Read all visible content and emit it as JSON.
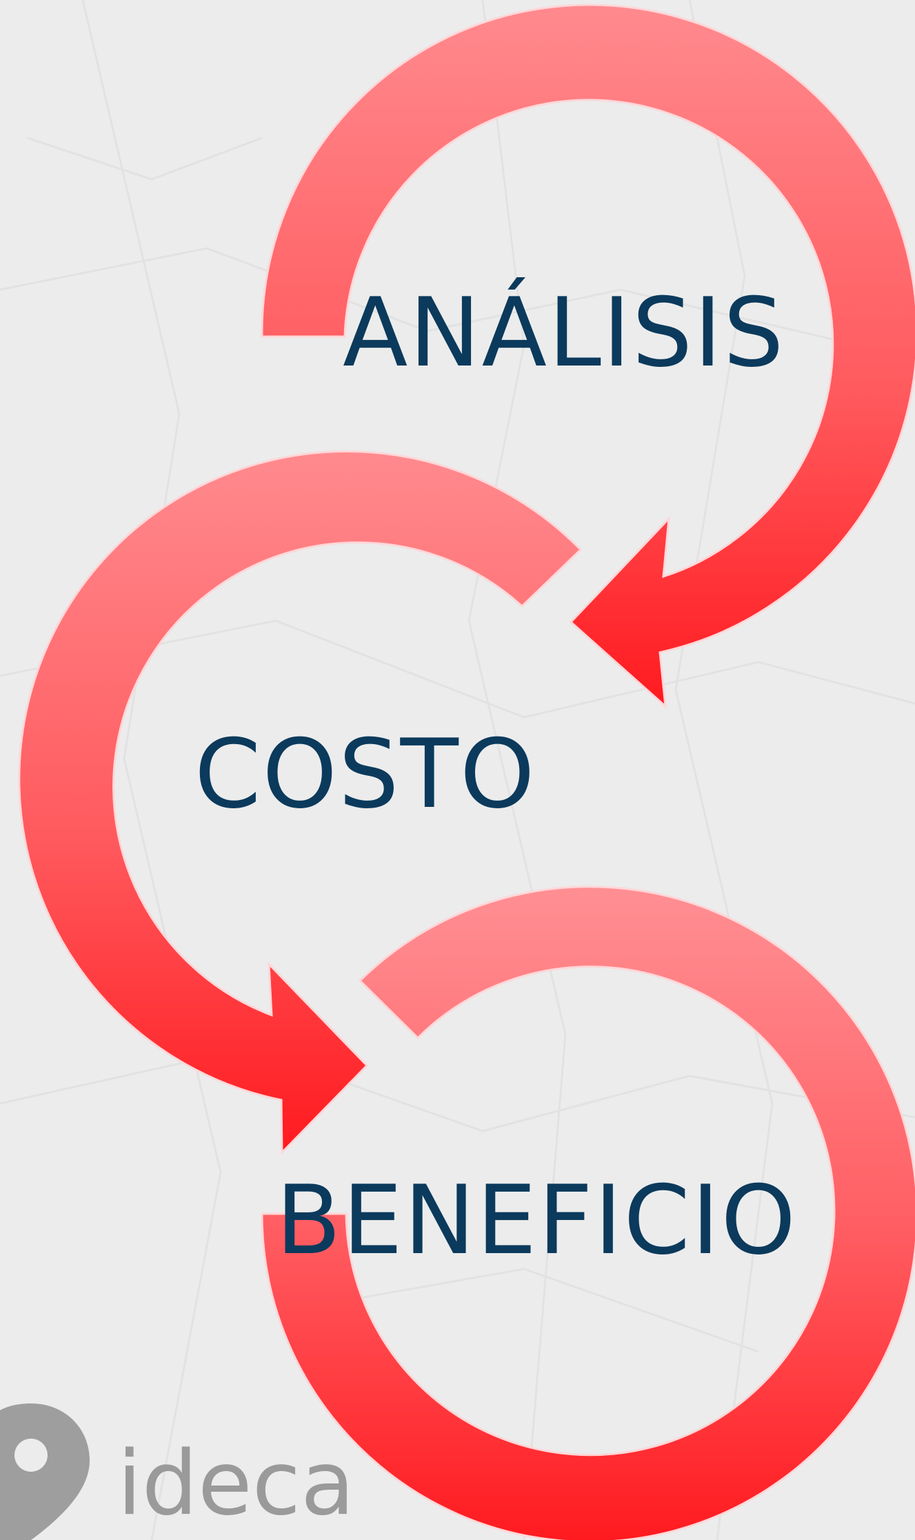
{
  "diagram": {
    "steps": [
      {
        "label": "ANÁLISIS"
      },
      {
        "label": "COSTO"
      },
      {
        "label": "BENEFICIO"
      }
    ],
    "arrow_color_light": "#ff8a8e",
    "arrow_color_dark": "#ff1a1f",
    "text_color": "#0b3a5c",
    "background_color": "#ececec"
  },
  "logo": {
    "text": "ideca",
    "icon": "map-pin-icon",
    "color": "#9a9a9a"
  }
}
